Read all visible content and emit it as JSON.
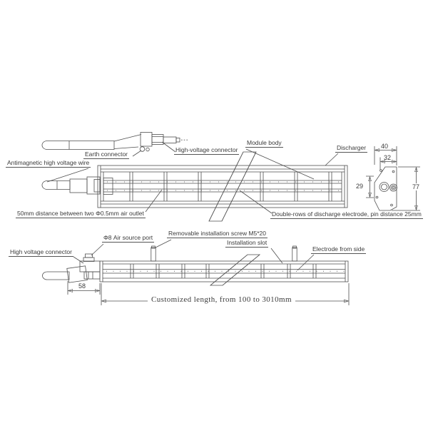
{
  "labels": {
    "earth_connector": "Earth connector",
    "high_voltage_connector": "High-voltage connector",
    "antimagnetic_wire": "Antimagnetic high voltage wire",
    "module_body": "Module body",
    "discharger": "Discharger",
    "air_outlet_note": "50mm distance between two Φ0.5mm air outlet",
    "double_rows_note": "Double-rows of discharge electrode, pin distance 25mm",
    "air_source_port": "Φ8 Air source port",
    "removable_screw": "Removable installation screw M5*20",
    "installation_slot": "Installation slot",
    "electrode_from_side": "Electrode from side",
    "high_voltage_connector_side": "High voltage connector",
    "customized_length": "Customized length, from 100 to 3010mm"
  },
  "dimensions": {
    "end_view_outer_width_mm": "40",
    "end_view_inner_width_mm": "32",
    "end_view_pin_offset_mm": "29",
    "end_view_height_mm": "77",
    "connector_length_mm": "58"
  },
  "colors": {
    "line": "#4f4f4f",
    "text": "#3b3b3b",
    "background": "#ffffff"
  }
}
